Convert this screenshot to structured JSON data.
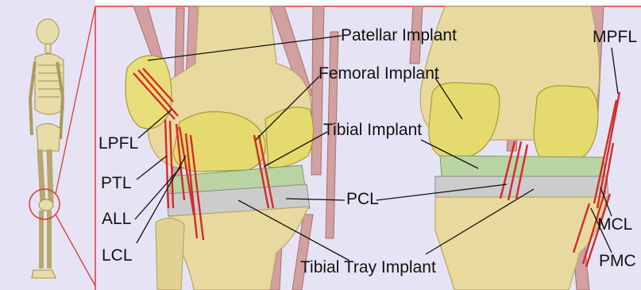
{
  "labels": {
    "patellar_implant": "Patellar Implant",
    "femoral_implant": "Femoral Implant",
    "tibial_implant": "Tibial Implant",
    "pcl": "PCL",
    "tibial_tray_implant": "Tibial Tray Implant",
    "lpfl": "LPFL",
    "ptl": "PTL",
    "all": "ALL",
    "lcl": "LCL",
    "mpfl": "MPFL",
    "mcl": "MCL",
    "pmc": "PMC"
  },
  "colors": {
    "background": "#e6e4f4",
    "bone": "#e6d8a0",
    "implant_yellow": "#e9df7a",
    "tray_grey": "#c8c8c8",
    "tibial_insert_green": "#b9d3a2",
    "tendon_pink": "#cf9d9d",
    "ligament_red": "#d42a2a",
    "leader_line": "#111111"
  }
}
